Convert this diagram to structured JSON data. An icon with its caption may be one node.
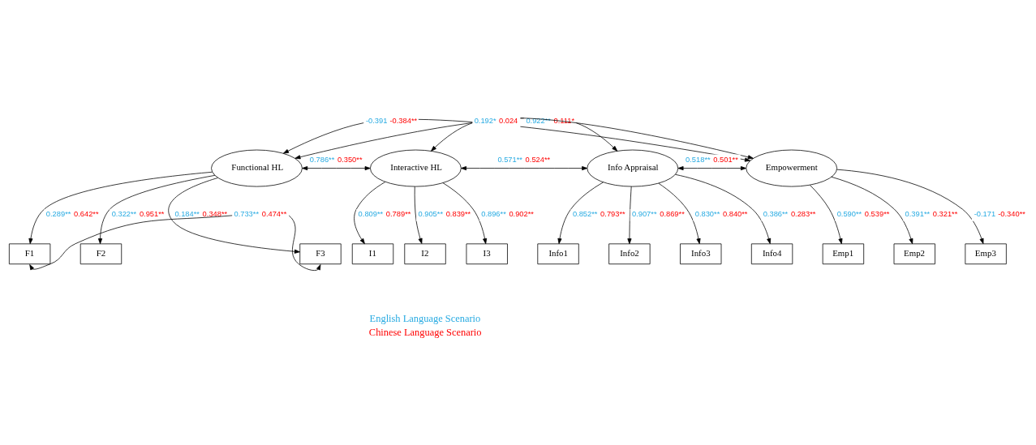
{
  "diagram": {
    "nodes": [
      {
        "text": [
          "Functional HL"
        ]
      },
      {
        "text": [
          "Interactive HL"
        ]
      },
      {
        "text": [
          "Info Appraisal"
        ]
      },
      {
        "text": [
          "Empowerment"
        ]
      },
      {
        "text": [
          "F1"
        ]
      },
      {
        "text": [
          "F2"
        ]
      },
      {
        "text": [
          "F3"
        ]
      },
      {
        "text": [
          "I1"
        ]
      },
      {
        "text": [
          "I2"
        ]
      },
      {
        "text": [
          "I3"
        ]
      },
      {
        "text": [
          "Info1"
        ]
      },
      {
        "text": [
          "Info2"
        ]
      },
      {
        "text": [
          "Info3"
        ]
      },
      {
        "text": [
          "Info4"
        ]
      },
      {
        "text": [
          "Emp1"
        ]
      },
      {
        "text": [
          "Emp2"
        ]
      },
      {
        "text": [
          "Emp3"
        ]
      }
    ],
    "edges": [
      {
        "from": 0,
        "to": 3,
        "arrow": "both",
        "label": "-0.391 -0.384**"
      },
      {
        "from": 0,
        "to": 2,
        "arrow": "both",
        "label": "0.922** 0.111*"
      },
      {
        "from": 1,
        "to": 3,
        "arrow": "both",
        "label": "0.192* 0.024"
      },
      {
        "from": 0,
        "to": 1,
        "arrow": "both",
        "label": "0.786** 0.350**"
      },
      {
        "from": 1,
        "to": 2,
        "arrow": "both",
        "label": "0.571** 0.524**"
      },
      {
        "from": 2,
        "to": 3,
        "arrow": "both",
        "label": "0.518** 0.501**"
      },
      {
        "from": 0,
        "to": 4,
        "arrow": "to",
        "label": "0.289** 0.642**"
      },
      {
        "from": 0,
        "to": 5,
        "arrow": "to",
        "label": "0.322** 0.951**"
      },
      {
        "from": 0,
        "to": 6,
        "arrow": "to",
        "label": "0.184** 0.348**"
      },
      {
        "from": 1,
        "to": 7,
        "arrow": "to",
        "label": "0.809** 0.789**"
      },
      {
        "from": 1,
        "to": 8,
        "arrow": "to",
        "label": "0.905** 0.839**"
      },
      {
        "from": 1,
        "to": 9,
        "arrow": "to",
        "label": "0.896** 0.902**"
      },
      {
        "from": 2,
        "to": 10,
        "arrow": "to",
        "label": "0.852** 0.793**"
      },
      {
        "from": 2,
        "to": 11,
        "arrow": "to",
        "label": "0.907** 0.869**"
      },
      {
        "from": 2,
        "to": 12,
        "arrow": "to",
        "label": "0.830** 0.840**"
      },
      {
        "from": 2,
        "to": 13,
        "arrow": "to",
        "label": "0.386** 0.283**"
      },
      {
        "from": 3,
        "to": 14,
        "arrow": "to",
        "label": "0.590** 0.539**"
      },
      {
        "from": 3,
        "to": 15,
        "arrow": "to",
        "label": "0.391** 0.321**"
      },
      {
        "from": 3,
        "to": 16,
        "arrow": "to",
        "label": "-0.171 -0.340**"
      },
      {
        "from": 4,
        "to": 6,
        "arrow": "both",
        "label": "0.733** 0.474**"
      }
    ],
    "legend": [
      {
        "text": "English Language Scenario",
        "color": "#29abe2"
      },
      {
        "text": "Chinese Language Scenario",
        "color": "#ff0000"
      }
    ]
  }
}
